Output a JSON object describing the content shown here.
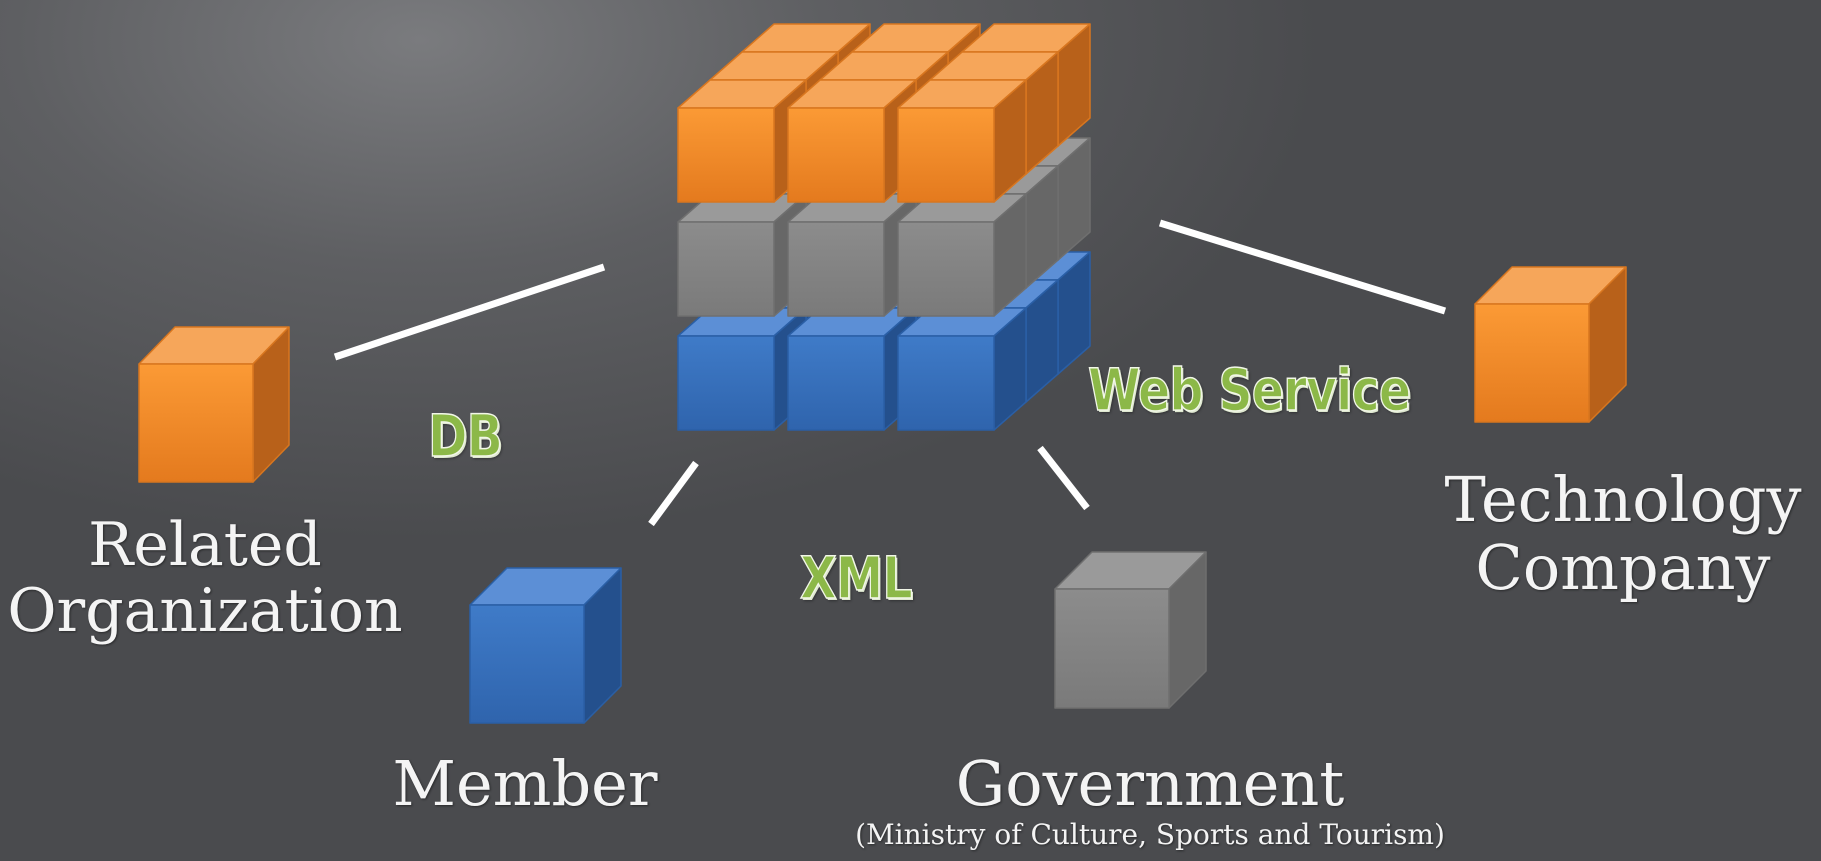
{
  "colors": {
    "orange": "#f28a2a",
    "gray": "#808080",
    "blue": "#3a72bf",
    "tag_green": "#8cb848",
    "connector": "#ffffff",
    "label_text": "#f4f4f4"
  },
  "hub": {
    "layers": [
      "orange",
      "gray",
      "blue"
    ]
  },
  "nodes": [
    {
      "id": "related-organization",
      "label_lines": [
        "Related",
        "Organization"
      ],
      "cube_color": "orange"
    },
    {
      "id": "member",
      "label_lines": [
        "Member"
      ],
      "cube_color": "blue"
    },
    {
      "id": "government",
      "label_lines": [
        "Government"
      ],
      "sublabel": "(Ministry of Culture, Sports and Tourism)",
      "cube_color": "gray"
    },
    {
      "id": "technology-company",
      "label_lines": [
        "Technology",
        "Company"
      ],
      "cube_color": "orange"
    }
  ],
  "tags": {
    "db": "DB",
    "xml": "XML",
    "web_service": "Web Service"
  }
}
